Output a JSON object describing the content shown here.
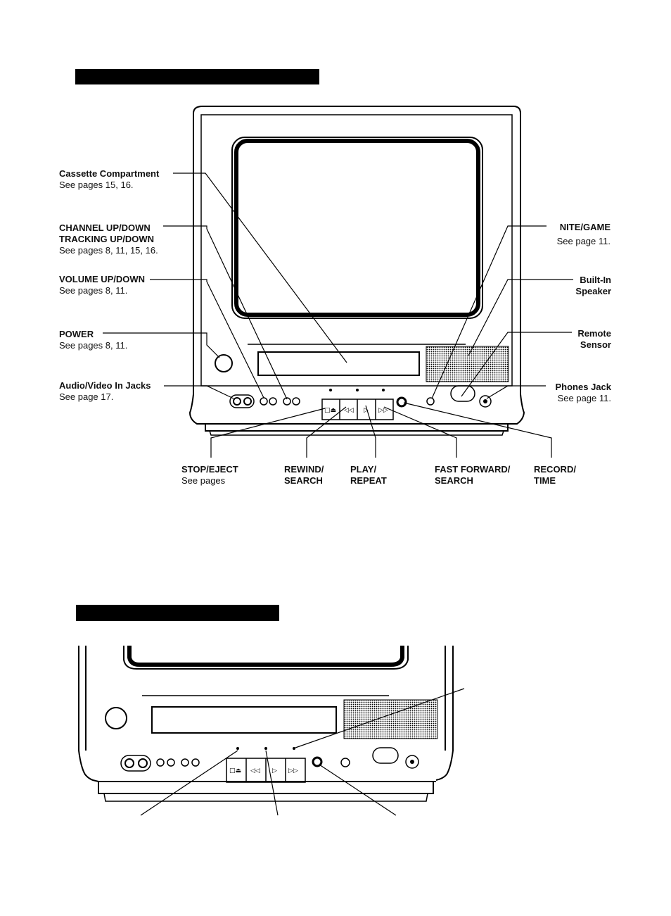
{
  "labels": {
    "cassette": {
      "name": "Cassette Compartment",
      "ref": "See pages 15, 16."
    },
    "channel": {
      "name1": "CHANNEL UP/DOWN",
      "name2": "TRACKING UP/DOWN",
      "ref": "See pages 8, 11, 15, 16."
    },
    "volume": {
      "name": "VOLUME UP/DOWN",
      "ref": "See pages 8, 11."
    },
    "power": {
      "name": "POWER",
      "ref": "See pages 8, 11."
    },
    "av_jacks": {
      "name": "Audio/Video In Jacks",
      "ref": "See page 17."
    },
    "nite_game": {
      "name": "NITE/GAME",
      "ref": "See page 11."
    },
    "speaker": {
      "name1": "Built-In",
      "name2": "Speaker"
    },
    "remote": {
      "name1": "Remote",
      "name2": "Sensor"
    },
    "phones": {
      "name": "Phones Jack",
      "ref": "See page 11."
    },
    "stop": {
      "name": "STOP/EJECT",
      "ref": "See pages"
    },
    "rewind": {
      "name1": "REWIND/",
      "name2": "SEARCH"
    },
    "play": {
      "name1": "PLAY/",
      "name2": "REPEAT"
    },
    "ffwd": {
      "name1": "FAST FORWARD/",
      "name2": "SEARCH"
    },
    "record": {
      "name1": "RECORD/",
      "name2": "TIME"
    }
  }
}
